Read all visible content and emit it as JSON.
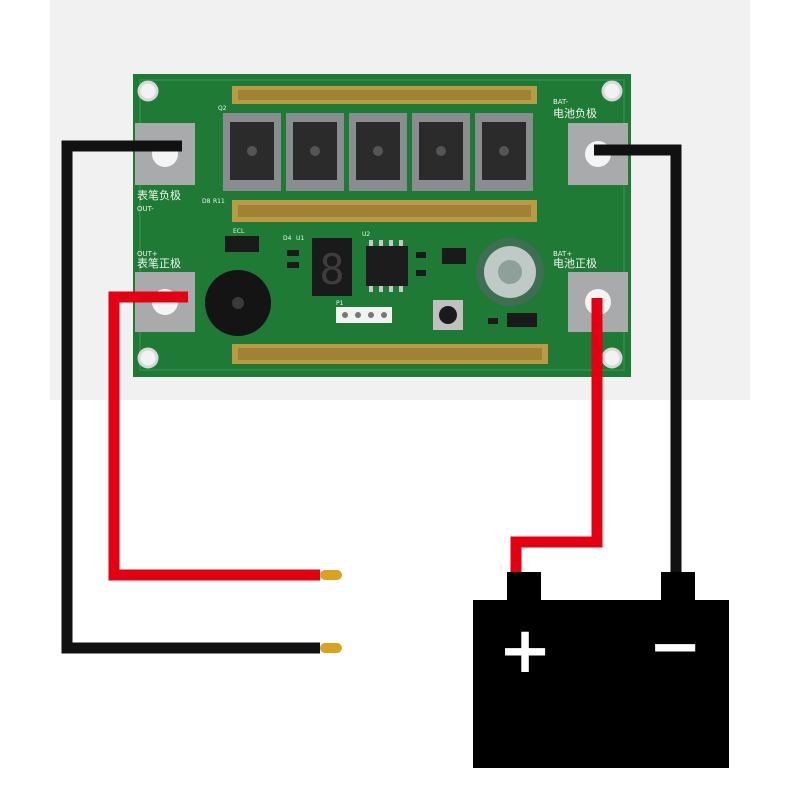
{
  "board": {
    "label_out_neg_cn": "表笔负极",
    "label_out_neg_en": "OUT-",
    "label_out_pos_cn": "表笔正极",
    "label_out_pos_en": "OUT+",
    "label_bat_neg_cn": "电池负极",
    "label_bat_neg_en": "BAT-",
    "label_bat_pos_cn": "电池正极",
    "label_bat_pos_en": "BAT+",
    "ref_q2": "Q2",
    "ref_u2": "U2",
    "ref_ecl": "ECL",
    "ref_p1": "P1",
    "ref_d8": "D8",
    "ref_r11": "R11",
    "ref_d4": "D4",
    "ref_u1": "U1",
    "display_digit": "8",
    "colors": {
      "pcb": "#1f7a36",
      "pcb_dark": "#17602a",
      "busbar": "#b99a45",
      "mosfet": "#8a8d8f",
      "pad": "#a9aaab"
    }
  },
  "wires": {
    "colors": {
      "positive": "#e30012",
      "negative": "#111111",
      "pin": "#d9a320"
    }
  },
  "battery": {
    "positive_symbol": "+",
    "negative_symbol": "−",
    "colors": {
      "body": "#000000",
      "symbol": "#ffffff"
    }
  }
}
